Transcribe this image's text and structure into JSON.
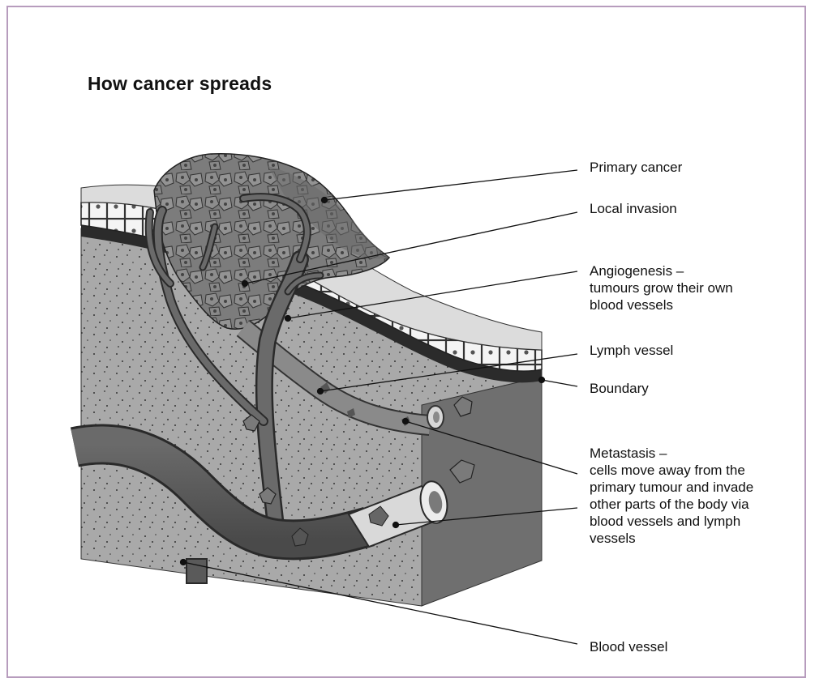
{
  "title": "How cancer spreads",
  "labels": {
    "primary_cancer": "Primary cancer",
    "local_invasion": "Local invasion",
    "angiogenesis": [
      "Angiogenesis –",
      "tumours grow their own",
      "blood vessels"
    ],
    "lymph_vessel": "Lymph vessel",
    "boundary": "Boundary",
    "metastasis": [
      "Metastasis –",
      "cells move away from the",
      "primary tumour and invade",
      "other parts of the body via",
      "blood vessels and lymph",
      "vessels"
    ],
    "blood_vessel": "Blood vessel"
  }
}
